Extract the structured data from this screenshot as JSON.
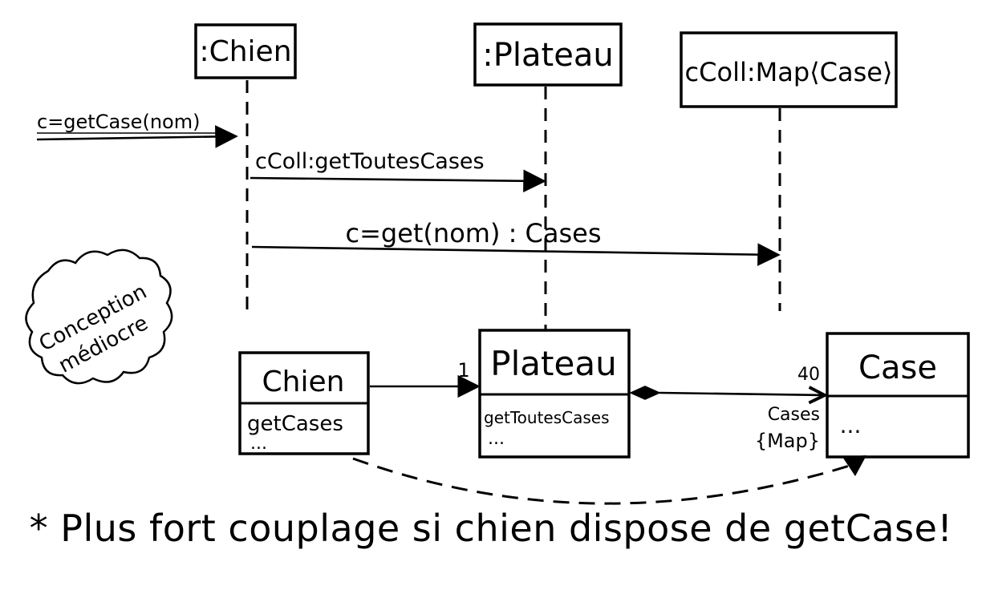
{
  "sequence": {
    "participants": [
      {
        "label": ":Chien"
      },
      {
        "label": ":Plateau"
      },
      {
        "label": "cColl:Map⟨Case⟩"
      }
    ],
    "messages": [
      {
        "label": "c=getCase(nom)"
      },
      {
        "label": "cColl:getToutesCases"
      },
      {
        "label": "c=get(nom) : Cases"
      }
    ]
  },
  "cloud_note": {
    "line1": "Conception",
    "line2": "médiocre"
  },
  "classes": {
    "chien": {
      "name": "Chien",
      "op1": "getCases",
      "op2": "..."
    },
    "plateau": {
      "name": "Plateau",
      "op1": "getToutesCases",
      "op2": "..."
    },
    "case": {
      "name": "Case",
      "op1": "..."
    }
  },
  "associations": {
    "chien_plateau_multiplicity": "1",
    "plateau_case_multiplicity": "40",
    "plateau_case_role": "Cases",
    "plateau_case_constraint": "{Map}"
  },
  "footnote": "* Plus fort couplage si chien dispose de getCase!"
}
